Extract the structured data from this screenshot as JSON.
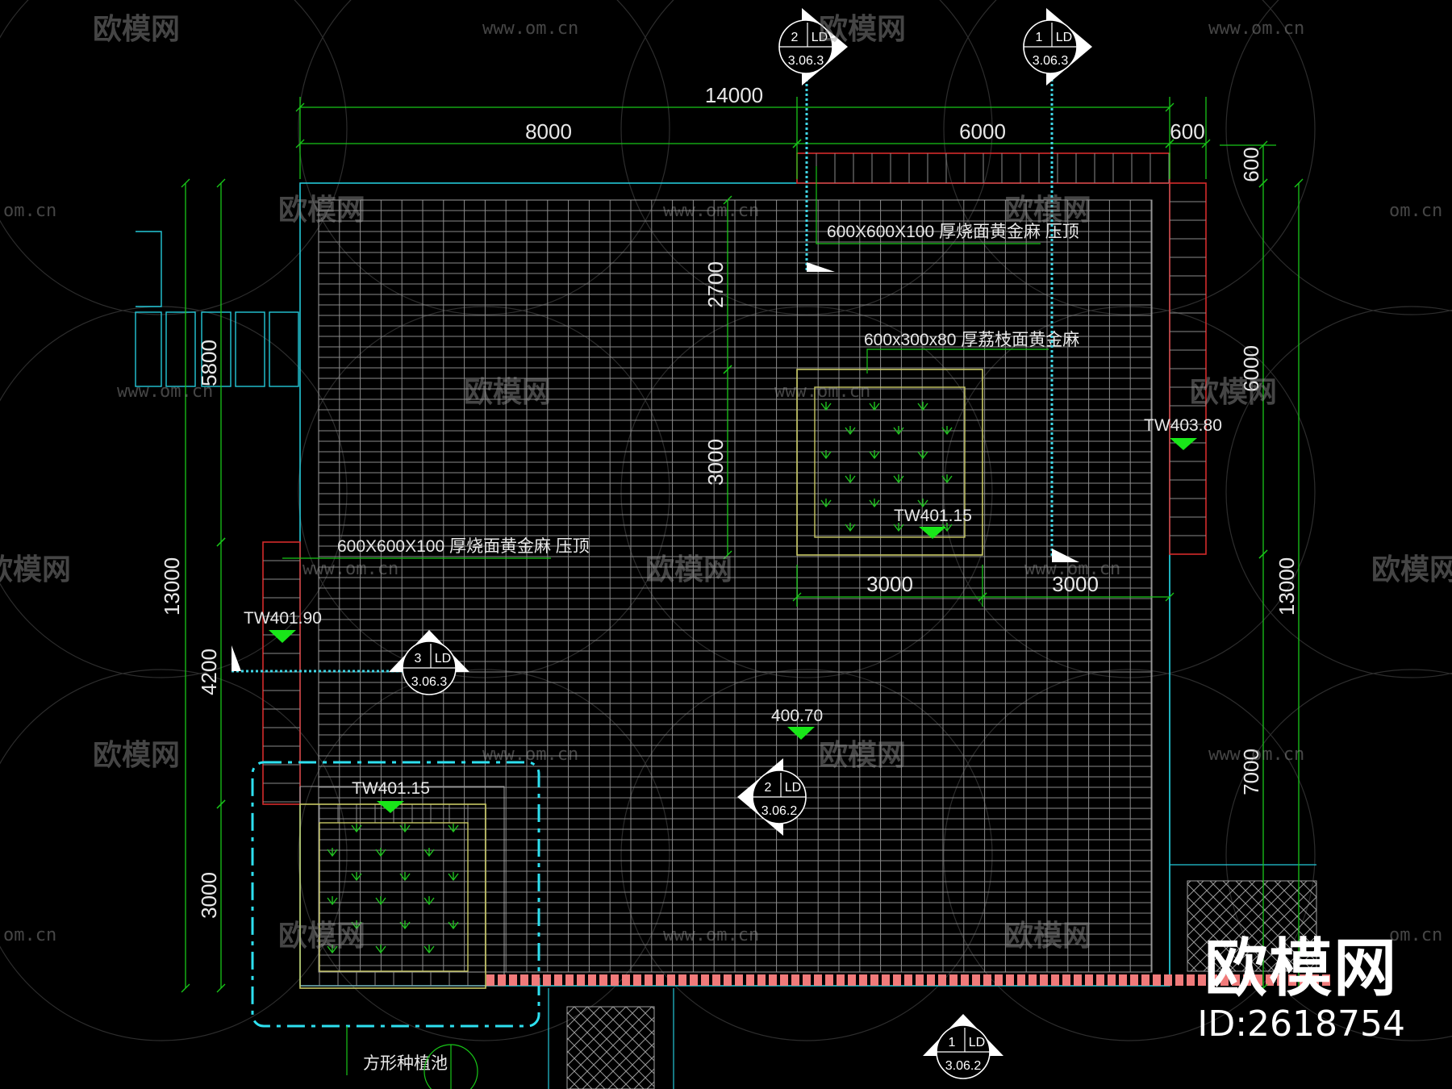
{
  "dimensions": {
    "top_overall": "14000",
    "top_left": "8000",
    "top_mid": "6000",
    "top_right": "600",
    "left_outer": "13000",
    "left_5800": "5800",
    "left_4200": "4200",
    "left_3000": "3000",
    "right_600": "600",
    "right_6000": "6000",
    "right_13000": "13000",
    "right_7000": "7000",
    "inner_2700": "2700",
    "inner_3000_v": "3000",
    "inner_3000_a": "3000",
    "inner_3000_b": "3000"
  },
  "notes": {
    "top_coping": "600X600X100  厚烧面黄金麻  压顶",
    "planter_edge": "600x300x80  厚荔枝面黄金麻",
    "left_coping": "600X600X100  厚烧面黄金麻  压顶",
    "planter_label": "方形种植池"
  },
  "levels": {
    "tw_right": "TW403.80",
    "tw_planter_upper": "TW401.15",
    "tw_left": "TW401.90",
    "tw_planter_lower": "TW401.15",
    "floor": "400.70"
  },
  "section_markers": [
    {
      "num": "2",
      "ref": "LD",
      "sheet": "3.06.3"
    },
    {
      "num": "1",
      "ref": "LD",
      "sheet": "3.06.3"
    },
    {
      "num": "3",
      "ref": "LD",
      "sheet": "3.06.3"
    },
    {
      "num": "2",
      "ref": "LD",
      "sheet": "3.06.2"
    },
    {
      "num": "1",
      "ref": "LD",
      "sheet": "3.06.2"
    }
  ],
  "watermark": {
    "brand": "欧模网",
    "url": "www.om.cn",
    "url_short": "om.cn",
    "id_text": "ID:2618754"
  },
  "colors": {
    "dim_line": "#18c618",
    "paving_grid": "#8a8a8a",
    "boundary_cyan": "#24c8d8",
    "wall_red": "#d42a2a",
    "planter_yellow": "#c8c864",
    "level_marker": "#19e619",
    "section_line": "#3fd6e6",
    "edge_pink": "#f07a7a"
  }
}
